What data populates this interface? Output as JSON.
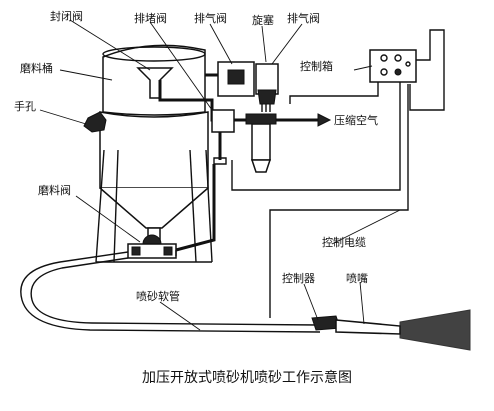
{
  "labels": {
    "seal_valve": "封闭阀",
    "block_valve": "排堵阀",
    "exhaust_valve_1": "排气阀",
    "cock": "旋塞",
    "exhaust_valve_2": "排气阀",
    "abrasive_tank": "磨料桶",
    "control_box": "控制箱",
    "hand_hole": "手孔",
    "compressed_air": "压缩空气",
    "abrasive_valve": "磨料阀",
    "control_cable": "控制电缆",
    "controller": "控制器",
    "nozzle": "喷嘴",
    "blast_hose": "喷砂软管"
  },
  "caption": "加压开放式喷砂机喷砂工作示意图"
}
